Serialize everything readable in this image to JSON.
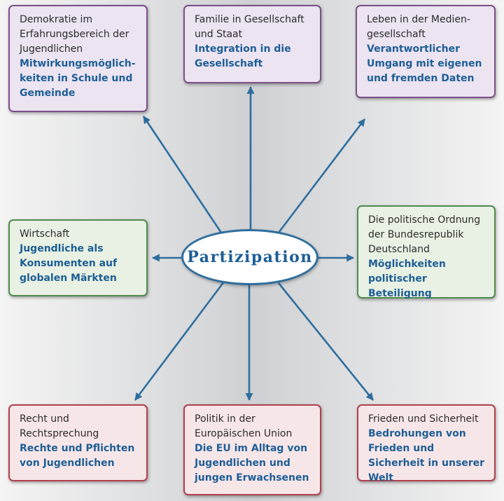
{
  "center": {
    "label": "Partizipation"
  },
  "colors": {
    "arrow": "#2e6e9e",
    "accent_text": "#1d5e96"
  },
  "boxes": {
    "top_left": {
      "topic": "Demokratie im Erfahrungsbereich der Jugendlichen",
      "sub": "Mitwirkungsmöglich-keiten in Schule und Gemeinde"
    },
    "top_center": {
      "topic": "Familie in Gesellschaft und Staat",
      "sub": "Integration in die Gesellschaft"
    },
    "top_right": {
      "topic": "Leben in der Medien-gesellschaft",
      "sub": "Verantwortlicher Umgang mit eigenen und fremden Daten"
    },
    "mid_left": {
      "topic": "Wirtschaft",
      "sub": "Jugendliche als Konsumenten auf globalen Märkten"
    },
    "mid_right": {
      "topic": "Die politische Ordnung der Bundesrepublik Deutschland",
      "sub": "Möglichkeiten politischer Beteiligung"
    },
    "bottom_left": {
      "topic": "Recht und Rechtsprechung",
      "sub": "Rechte und Pflichten von Jugendlichen"
    },
    "bottom_center": {
      "topic": "Politik in der Europäischen Union",
      "sub": "Die EU im Alltag von Jugendlichen und jungen Erwachsenen"
    },
    "bottom_right": {
      "topic": "Frieden und Sicherheit",
      "sub": "Bedrohungen von Frieden und Sicherheit in unserer Welt"
    }
  }
}
